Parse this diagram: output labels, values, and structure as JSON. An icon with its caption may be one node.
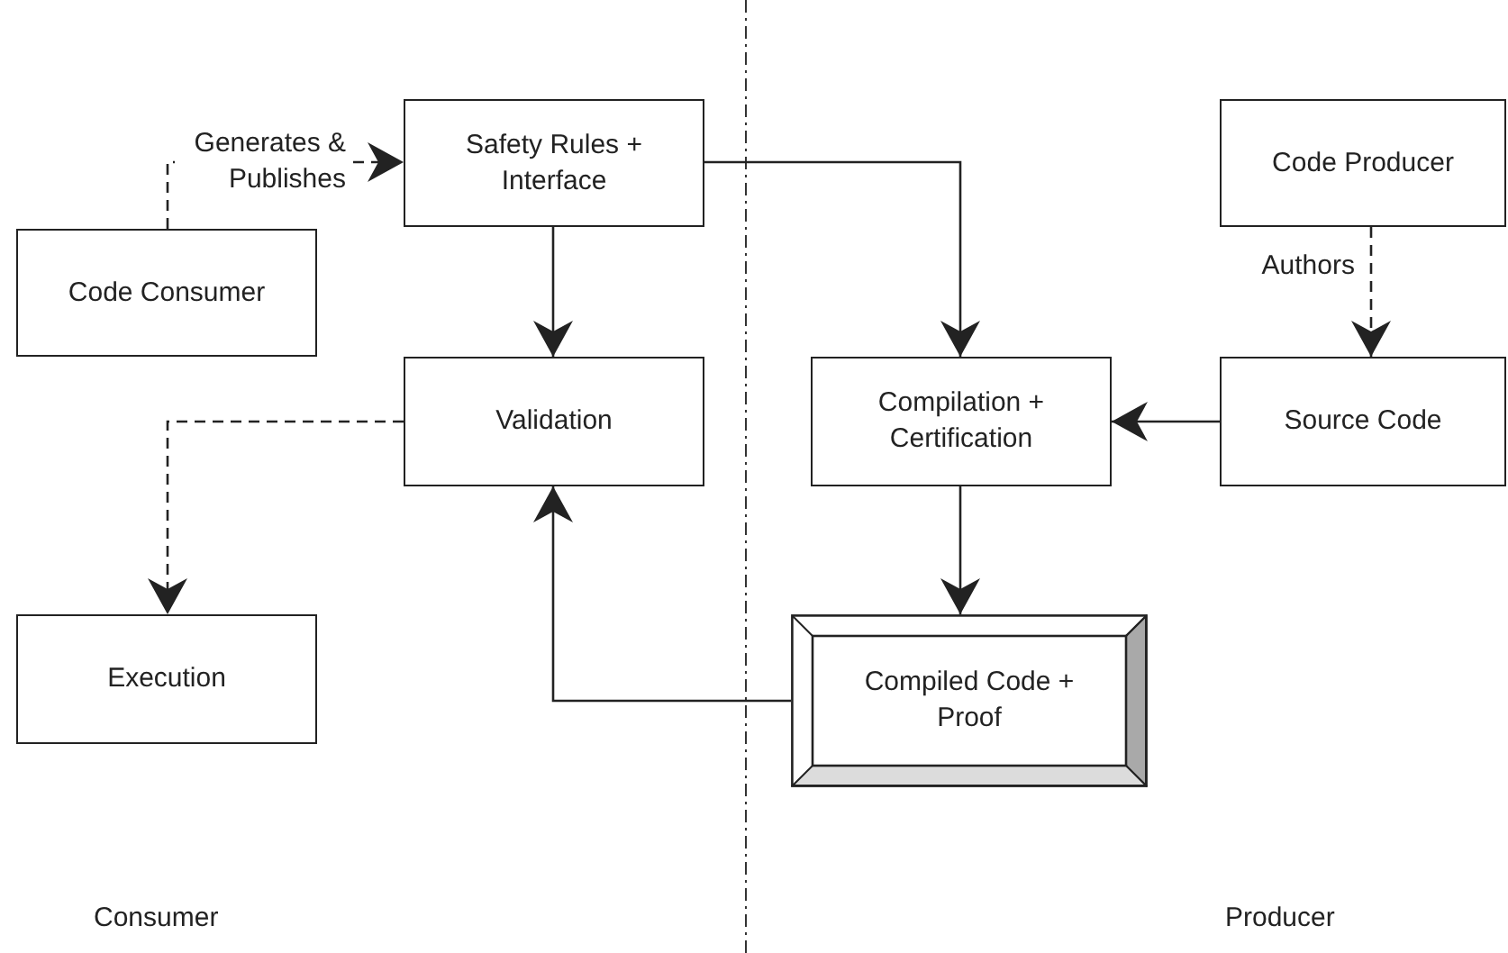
{
  "diagram": {
    "nodes": [
      {
        "text": [
          "Safety Rules + Interface"
        ]
      },
      {
        "text": [
          "Code Producer"
        ]
      },
      {
        "text": [
          "Code Consumer"
        ]
      },
      {
        "text": [
          "Validation"
        ]
      },
      {
        "text": [
          "Compilation + Certification"
        ]
      },
      {
        "text": [
          "Source Code"
        ]
      },
      {
        "text": [
          "Execution"
        ]
      },
      {
        "text": [
          "Compiled Code + Proof"
        ]
      }
    ],
    "edges": [
      {
        "from": 2,
        "to": 0,
        "arrow": "to",
        "style": "dashed",
        "label": "Generates & Publishes"
      },
      {
        "from": 0,
        "to": 3,
        "arrow": "to"
      },
      {
        "from": 0,
        "to": 4,
        "arrow": "to"
      },
      {
        "from": 1,
        "to": 5,
        "arrow": "to",
        "style": "dashed",
        "label": "Authors"
      },
      {
        "from": 5,
        "to": 4,
        "arrow": "to"
      },
      {
        "from": 3,
        "to": 6,
        "arrow": "to",
        "style": "dashed"
      },
      {
        "from": 4,
        "to": 7,
        "arrow": "to"
      },
      {
        "from": 7,
        "to": 3,
        "arrow": "to"
      }
    ],
    "labels": [
      "Consumer",
      "Producer"
    ]
  }
}
